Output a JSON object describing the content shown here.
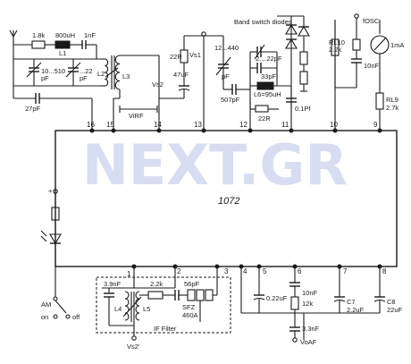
{
  "chip": {
    "name": "1072"
  },
  "watermark": "NEXT.GR",
  "pins": {
    "p16": "16",
    "p15": "15",
    "p14": "14",
    "p13": "13",
    "p12": "12",
    "p11": "11",
    "p10": "10",
    "p9": "9",
    "p1": "1",
    "p2": "2",
    "p3": "3",
    "p4": "4",
    "p5": "5",
    "p6": "6",
    "p7": "7",
    "p8": "8"
  },
  "labels": {
    "r_1k8": "1.8k",
    "l1_val": "800uH",
    "l1": "L1",
    "c_1nf": "1nF",
    "trim_10_510": "10...510",
    "pf_a": "pF",
    "trim_22": "...22",
    "pf_b": "pF",
    "c_27pf": "27pF",
    "l2": "L2",
    "l3": "L3",
    "virf": "ViRF",
    "vs2": "Vs2",
    "vs1": "Vs1",
    "r_22r_a": "22R",
    "c_47uf": "47uF",
    "trim_12_440": "12...440",
    "trim_pf": "pF",
    "c_507pf": "507pF",
    "band_switch": "Band switch diodes",
    "c_2_22pf": "2....22pF",
    "c_33pf": "33pF",
    "l6": "L6=95uH",
    "r_22r_b": "22R",
    "c_0_1pf": "0.1Pf",
    "fosc": "fOSC",
    "rl10": "RL10",
    "rl10_val": "2.2k",
    "c_10nf_a": "10nF",
    "meter": "1mA",
    "rl9": "RL9",
    "rl9_val": "2.7k",
    "c_3_9nf": "3.9nF",
    "r_2_2k": "2.2k",
    "c_56pf": "56pF",
    "l4": "L4",
    "l5": "L5",
    "sfz": "SFZ",
    "sfz_freq": "460A",
    "if_filter": "IF Filter",
    "vs2_prime": "Vs2'",
    "am": "AM",
    "on": "on",
    "off": "off",
    "c_0_22uf": "0.22uF",
    "c_10nf_b": "10nF",
    "r_12k": "12k",
    "c_3_3nf": "3.3nF",
    "voaf": "VoAF",
    "c7": "C7",
    "c7_val": "2.2uF",
    "c8": "C8",
    "c8_val": "22uF",
    "plus": "+"
  }
}
